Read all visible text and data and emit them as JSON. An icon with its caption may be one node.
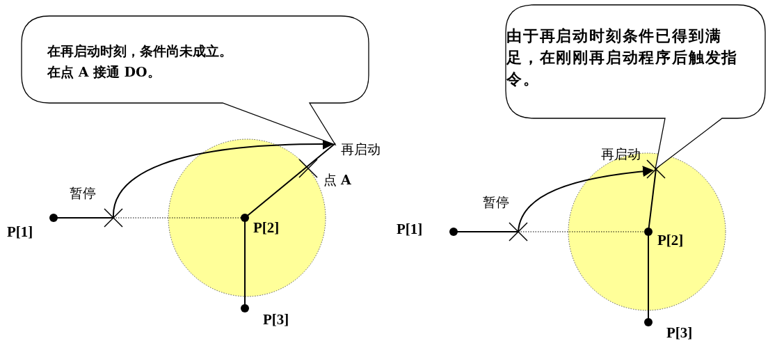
{
  "diagram": {
    "nodes": [
      {
        "text": [
          "在再启动时刻，条件尚未成立。",
          "在点 **A** 接通 **DO**。"
        ]
      },
      {
        "text": [
          "由于再启动时刻条件已得到满足，在刚刚再启动程序后触发指令。"
        ]
      }
    ],
    "labels": [
      "再启动",
      "点 **A**",
      "暂停",
      "P[1]",
      "P[2]",
      "P[3]",
      "再启动",
      "暂停",
      "P[1]",
      "P[2]",
      "P[3]"
    ]
  }
}
